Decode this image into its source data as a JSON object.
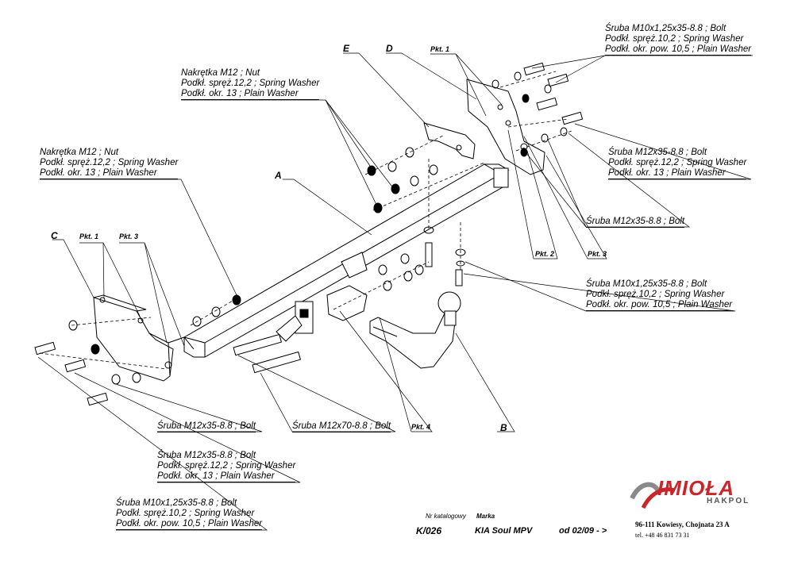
{
  "labels": {
    "top_right": {
      "line1": "Śruba M10x1,25x35-8.8 ;  Bolt",
      "line2": "Podkł. spręż.10,2 ; Spring Washer",
      "line3": "Podkł. okr. pow. 10,5 ; Plain Washer"
    },
    "top_mid": {
      "line1": "Nakrętka  M12 ; Nut",
      "line2": "Podkł. spręż.12,2 ; Spring Washer",
      "line3": "Podkł. okr. 13 ; Plain Washer"
    },
    "left_mid": {
      "line1": "Nakrętka  M12 ; Nut",
      "line2": "Podkł. spręż.12,2 ; Spring Washer",
      "line3": "Podkł. okr. 13 ; Plain Washer"
    },
    "right_mid": {
      "line1": "Śruba M12x35-8.8 ;  Bolt",
      "line2": "Podkł. spręż.12,2 ; Spring Washer",
      "line3": "Podkł. okr. 13 ; Plain Washer"
    },
    "right_bolt": "Śruba M12x35-8.8 ;  Bolt",
    "right_lower": {
      "line1": "Śruba M10x1,25x35-8.8 ;  Bolt",
      "line2": "Podkł. spręż.10,2 ; Spring Washer",
      "line3": "Podkł. okr. pow. 10,5 ; Plain Washer"
    },
    "bottom_bolt1": "Śruba M12x35-8.8 ;  Bolt",
    "bottom_bolt2": "Śruba M12x70-8.8 ;  Bolt",
    "bottom_mid": {
      "line1": "Śruba M12x35-8.8 ;  Bolt",
      "line2": "Podkł. spręż.12,2 ; Spring Washer",
      "line3": "Podkł. okr. 13 ; Plain Washer"
    },
    "bottom_left": {
      "line1": "Śruba M10x1,25x35-8.8 ;  Bolt",
      "line2": "Podkł. spręż.10,2 ; Spring Washer",
      "line3": "Podkł. okr. pow. 10,5 ; Plain Washer"
    }
  },
  "part_tags": {
    "a": "A",
    "b": "B",
    "c": "C",
    "d": "D",
    "e": "E"
  },
  "points": {
    "pkt1": "Pkt. 1",
    "pkt2": "Pkt. 2",
    "pkt3": "Pkt. 3",
    "pkt4": "Pkt. 4"
  },
  "catalog": {
    "nr_label": "Nr katalogowy",
    "nr_value": "K/026",
    "brand_label": "Marka",
    "brand_value": "KIA Soul MPV",
    "date_value": "od  02/09 - >"
  },
  "company": {
    "logo": "IMIOŁA",
    "sub": "HAKPOL",
    "address": "96-111 Kowiesy, Chojnata 23 A",
    "phone": "tel. +48 46 831 73 31",
    "accent_color": "#c8262b",
    "logo_gray": "#8a8a8a"
  }
}
